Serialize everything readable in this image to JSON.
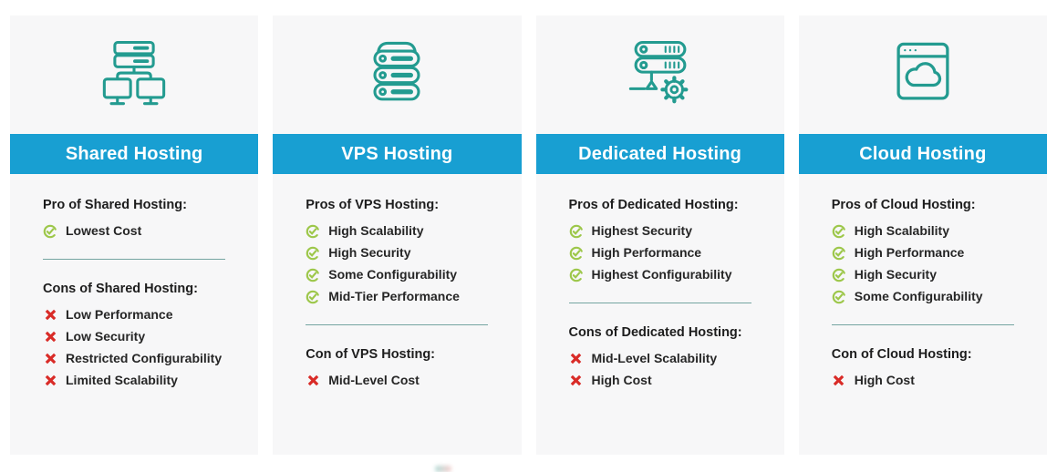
{
  "colors": {
    "header_bg": "#189fd2",
    "card_bg": "#f7f7f8",
    "icon_teal": "#239b90",
    "check_green": "#9dc74a",
    "cross_red": "#d92b27",
    "divider_teal": "#74a5a1",
    "heading_text": "#1d1d1d",
    "item_text": "#262626"
  },
  "columns": [
    {
      "title": "Shared Hosting",
      "icon": "shared-hosting-servers-monitors-icon",
      "pros_heading": "Pro of Shared Hosting:",
      "pros": [
        "Lowest Cost"
      ],
      "cons_heading": "Cons of Shared Hosting:",
      "cons": [
        "Low Performance",
        "Low Security",
        "Restricted Configurability",
        "Limited Scalability"
      ]
    },
    {
      "title": "VPS Hosting",
      "icon": "vps-server-stack-icon",
      "pros_heading": "Pros of VPS Hosting:",
      "pros": [
        "High Scalability",
        "High Security",
        "Some Configurability",
        "Mid-Tier Performance"
      ],
      "cons_heading": "Con of VPS Hosting:",
      "cons": [
        "Mid-Level Cost"
      ]
    },
    {
      "title": "Dedicated Hosting",
      "icon": "dedicated-server-gear-icon",
      "pros_heading": "Pros of Dedicated Hosting:",
      "pros": [
        "Highest Security",
        "High Performance",
        "Highest Configurability"
      ],
      "cons_heading": "Cons of Dedicated Hosting:",
      "cons": [
        "Mid-Level Scalability",
        "High Cost"
      ]
    },
    {
      "title": "Cloud Hosting",
      "icon": "cloud-browser-icon",
      "pros_heading": "Pros of Cloud Hosting:",
      "pros": [
        "High Scalability",
        "High Performance",
        "High Security",
        "Some Configurability"
      ],
      "cons_heading": "Con of Cloud Hosting:",
      "cons": [
        "High Cost"
      ]
    }
  ]
}
